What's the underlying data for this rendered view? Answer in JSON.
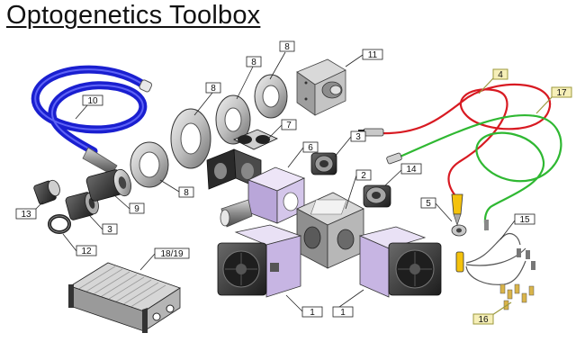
{
  "title": "Optogenetics Toolbox",
  "colors": {
    "cable_blue": "#1a1fd0",
    "cable_red": "#d81a22",
    "cable_green": "#2fb832",
    "housing_lavender": "#c9b7e3",
    "metal_grey": "#bdbdbd",
    "callout_fill_yellow": "#f6efb8",
    "callout_line_olive": "#9c9a3e"
  },
  "callouts": [
    {
      "id": "c10",
      "label": "10"
    },
    {
      "id": "c8a",
      "label": "8"
    },
    {
      "id": "c8b",
      "label": "8"
    },
    {
      "id": "c8c",
      "label": "8"
    },
    {
      "id": "c8d",
      "label": "8"
    },
    {
      "id": "c11",
      "label": "11"
    },
    {
      "id": "c7",
      "label": "7"
    },
    {
      "id": "c6",
      "label": "6"
    },
    {
      "id": "c3a",
      "label": "3"
    },
    {
      "id": "c3b",
      "label": "3"
    },
    {
      "id": "c2",
      "label": "2"
    },
    {
      "id": "c14",
      "label": "14"
    },
    {
      "id": "c4",
      "label": "4"
    },
    {
      "id": "c17",
      "label": "17"
    },
    {
      "id": "c5",
      "label": "5"
    },
    {
      "id": "c15",
      "label": "15"
    },
    {
      "id": "c16",
      "label": "16"
    },
    {
      "id": "c13",
      "label": "13"
    },
    {
      "id": "c9",
      "label": "9"
    },
    {
      "id": "c12",
      "label": "12"
    },
    {
      "id": "c1819",
      "label": "18/19"
    },
    {
      "id": "c1a",
      "label": "1"
    },
    {
      "id": "c1b",
      "label": "1"
    }
  ]
}
